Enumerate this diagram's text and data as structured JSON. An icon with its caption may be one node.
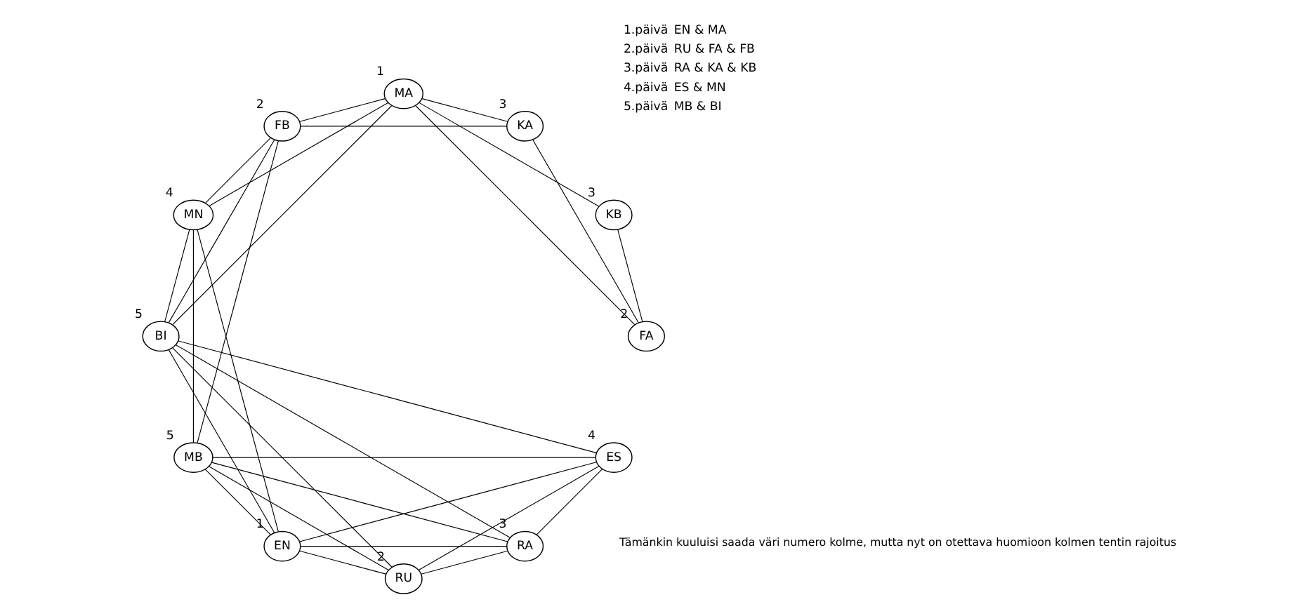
{
  "diagram": {
    "nodes": [
      {
        "text": [
          "EN"
        ],
        "beside": [
          "1"
        ]
      },
      {
        "text": [
          "BI"
        ],
        "beside": [
          "5"
        ]
      },
      {
        "text": [
          "MN"
        ],
        "beside": [
          "4"
        ]
      },
      {
        "text": [
          "KB"
        ],
        "beside": [
          "3"
        ]
      },
      {
        "text": [
          "KA"
        ],
        "beside": [
          "3"
        ]
      },
      {
        "text": [
          "FB"
        ],
        "beside": [
          "2"
        ]
      },
      {
        "text": [
          "FA"
        ],
        "beside": [
          "2"
        ]
      },
      {
        "text": [
          "MB"
        ],
        "beside": [
          "5"
        ]
      },
      {
        "text": [
          "MA"
        ],
        "beside": [
          "1"
        ]
      },
      {
        "text": [
          "ES"
        ],
        "beside": [
          "4"
        ]
      },
      {
        "text": [
          "RA"
        ],
        "beside": [
          "3"
        ]
      },
      {
        "text": [
          "RU"
        ],
        "beside": [
          "2"
        ]
      }
    ],
    "edges": [
      {
        "from": 0,
        "to": 1,
        "arrow": "none"
      },
      {
        "from": 0,
        "to": 2,
        "arrow": "none"
      },
      {
        "from": 0,
        "to": 11,
        "arrow": "none"
      },
      {
        "from": 0,
        "to": 10,
        "arrow": "none"
      },
      {
        "from": 0,
        "to": 9,
        "arrow": "none"
      },
      {
        "from": 0,
        "to": 7,
        "arrow": "none"
      },
      {
        "from": 1,
        "to": 2,
        "arrow": "none"
      },
      {
        "from": 1,
        "to": 11,
        "arrow": "none"
      },
      {
        "from": 1,
        "to": 10,
        "arrow": "none"
      },
      {
        "from": 1,
        "to": 9,
        "arrow": "none"
      },
      {
        "from": 1,
        "to": 8,
        "arrow": "none"
      },
      {
        "from": 1,
        "to": 5,
        "arrow": "none"
      },
      {
        "from": 2,
        "to": 8,
        "arrow": "none"
      },
      {
        "from": 2,
        "to": 7,
        "arrow": "none"
      },
      {
        "from": 2,
        "to": 5,
        "arrow": "none"
      },
      {
        "from": 3,
        "to": 8,
        "arrow": "none"
      },
      {
        "from": 3,
        "to": 6,
        "arrow": "none"
      },
      {
        "from": 4,
        "to": 8,
        "arrow": "none"
      },
      {
        "from": 4,
        "to": 6,
        "arrow": "none"
      },
      {
        "from": 4,
        "to": 5,
        "arrow": "none"
      },
      {
        "from": 5,
        "to": 8,
        "arrow": "none"
      },
      {
        "from": 5,
        "to": 7,
        "arrow": "none"
      },
      {
        "from": 6,
        "to": 8,
        "arrow": "none"
      },
      {
        "from": 11,
        "to": 10,
        "arrow": "none"
      },
      {
        "from": 11,
        "to": 9,
        "arrow": "none"
      },
      {
        "from": 11,
        "to": 7,
        "arrow": "none"
      },
      {
        "from": 10,
        "to": 9,
        "arrow": "none"
      },
      {
        "from": 10,
        "to": 7,
        "arrow": "none"
      },
      {
        "from": 9,
        "to": 7,
        "arrow": "none"
      }
    ],
    "labels": [
      "Tämänkin kuuluisi saada väri numero kolme, mutta nyt on otettava huomioon kolmen tentin rajoitus",
      "1.päivä",
      "EN & MA",
      "2.päivä",
      "RU & FA & FB",
      "3.päivä",
      "RA & KA & KB",
      "4.päivä",
      "ES & MN",
      "5.päivä",
      "MB & BI"
    ]
  }
}
